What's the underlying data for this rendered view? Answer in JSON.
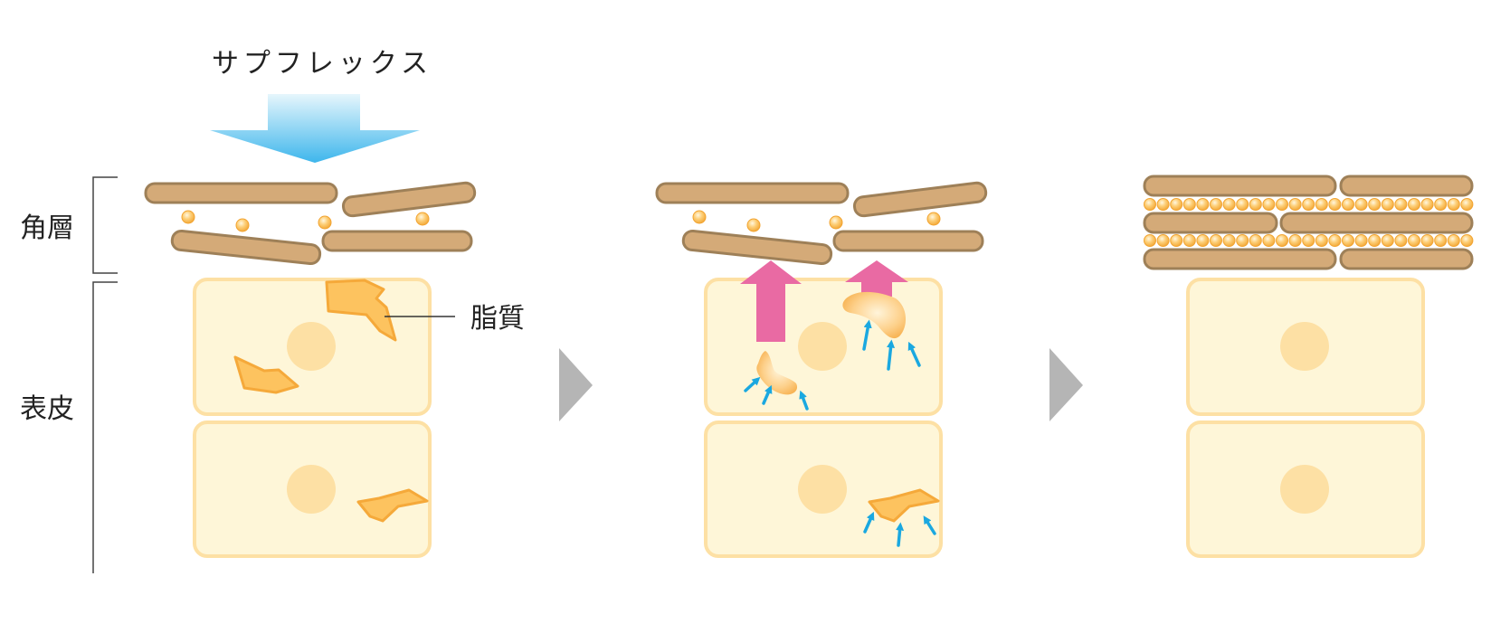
{
  "product_label": "サプフレックス",
  "layers": {
    "stratum_corneum": "角層",
    "epidermis": "表皮"
  },
  "lipid_label": "脂質",
  "colors": {
    "scale_fill": "#d4aa78",
    "scale_stroke": "#9e8058",
    "cell_fill": "#fef6d8",
    "cell_stroke": "#fde0a4",
    "nucleus": "#fde0a4",
    "lipid_fill": "#fdc35f",
    "lipid_stroke": "#f5a93a",
    "small_arrow": "#1aa8e0",
    "big_arrow": "#e96aa3",
    "step_arrow": "#b5b5b5",
    "product_arrow_top": "#e6f6fc",
    "product_arrow_bottom": "#3eb6ec"
  }
}
